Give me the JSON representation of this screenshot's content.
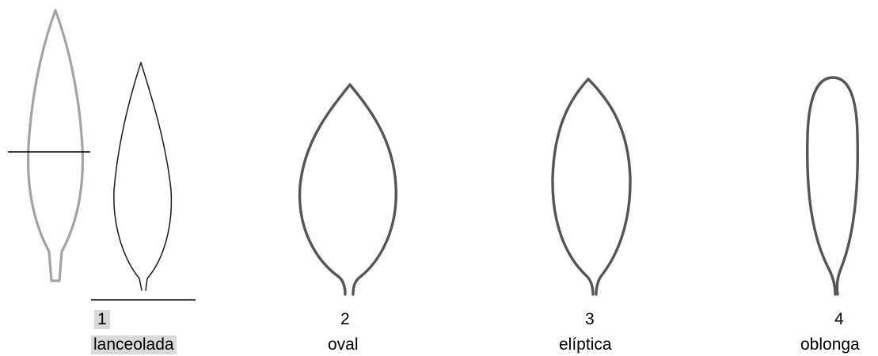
{
  "leaves": [
    {
      "number": "1",
      "name": "lanceolada",
      "shape": "lanceolate"
    },
    {
      "number": "2",
      "name": "oval",
      "shape": "ovate"
    },
    {
      "number": "3",
      "name": "elíptica",
      "shape": "elliptic"
    },
    {
      "number": "4",
      "name": "oblonga",
      "shape": "oblong"
    }
  ],
  "colors": {
    "gray_outline": "#a3a3a3",
    "thin_outline": "#1a1a1a",
    "bold_outline": "#555555",
    "highlight": "#d9d9d9"
  }
}
